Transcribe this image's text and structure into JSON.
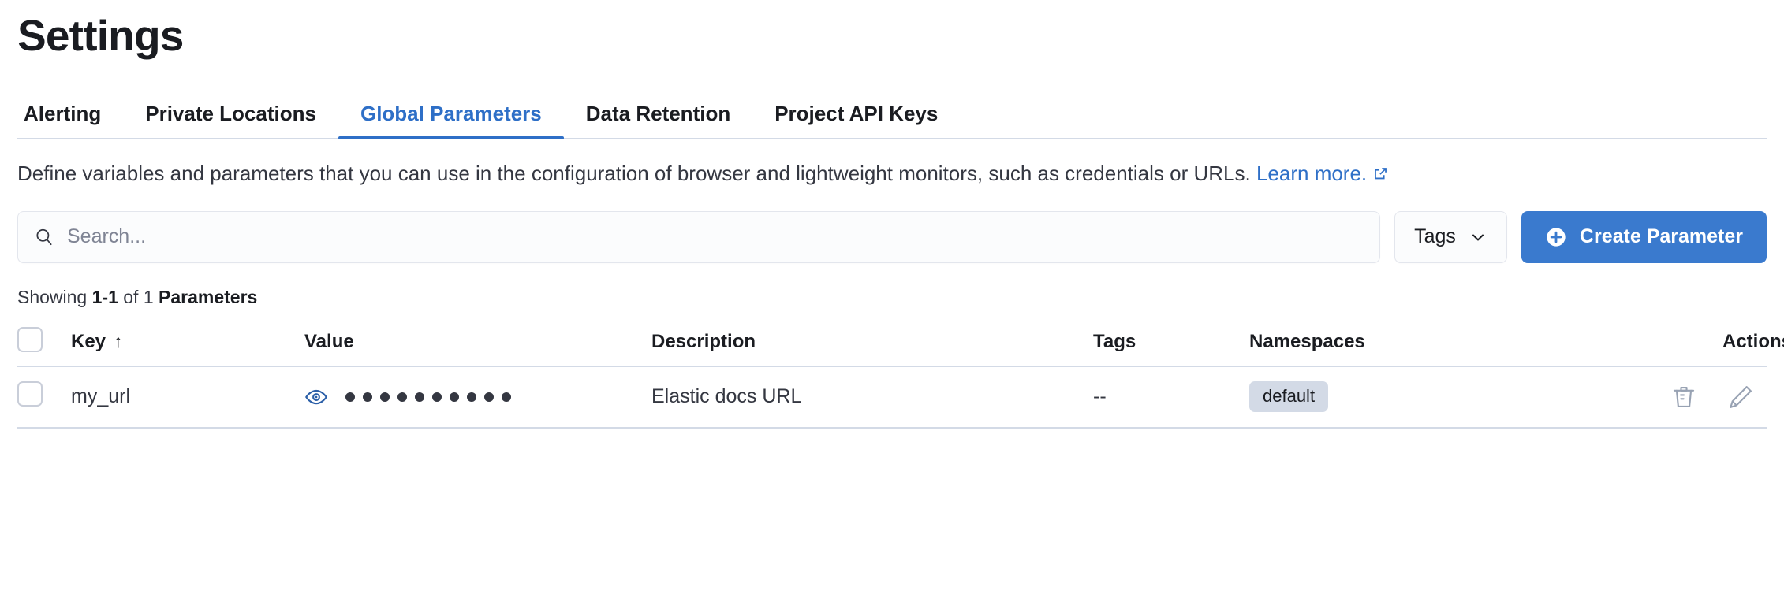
{
  "header": {
    "title": "Settings"
  },
  "tabs": [
    {
      "label": "Alerting",
      "active": false
    },
    {
      "label": "Private Locations",
      "active": false
    },
    {
      "label": "Global Parameters",
      "active": true
    },
    {
      "label": "Data Retention",
      "active": false
    },
    {
      "label": "Project API Keys",
      "active": false
    }
  ],
  "description": {
    "text": "Define variables and parameters that you can use in the configuration of browser and lightweight monitors, such as credentials or URLs.",
    "link_label": "Learn more.",
    "link_icon": "external-link-icon"
  },
  "controls": {
    "search_placeholder": "Search...",
    "search_value": "",
    "search_icon": "search-icon",
    "tags_label": "Tags",
    "tags_icon": "chevron-down-icon",
    "create_label": "Create Parameter",
    "create_icon": "plus-circle-icon",
    "accent_color": "#3a7ace"
  },
  "summary": {
    "prefix": "Showing ",
    "range": "1-1",
    "middle": " of 1 ",
    "entity": "Parameters"
  },
  "table": {
    "columns": [
      {
        "key": "select",
        "label": ""
      },
      {
        "key": "key",
        "label": "Key",
        "sort": "↑"
      },
      {
        "key": "value",
        "label": "Value"
      },
      {
        "key": "description",
        "label": "Description"
      },
      {
        "key": "tags",
        "label": "Tags"
      },
      {
        "key": "namespaces",
        "label": "Namespaces"
      },
      {
        "key": "actions",
        "label": "Actions"
      }
    ],
    "rows": [
      {
        "key": "my_url",
        "value_masked_dots": 10,
        "value_toggle_icon": "eye-icon",
        "description": "Elastic docs URL",
        "tags": "--",
        "namespaces": "default",
        "actions": [
          "trash-icon",
          "pencil-icon"
        ]
      }
    ]
  }
}
